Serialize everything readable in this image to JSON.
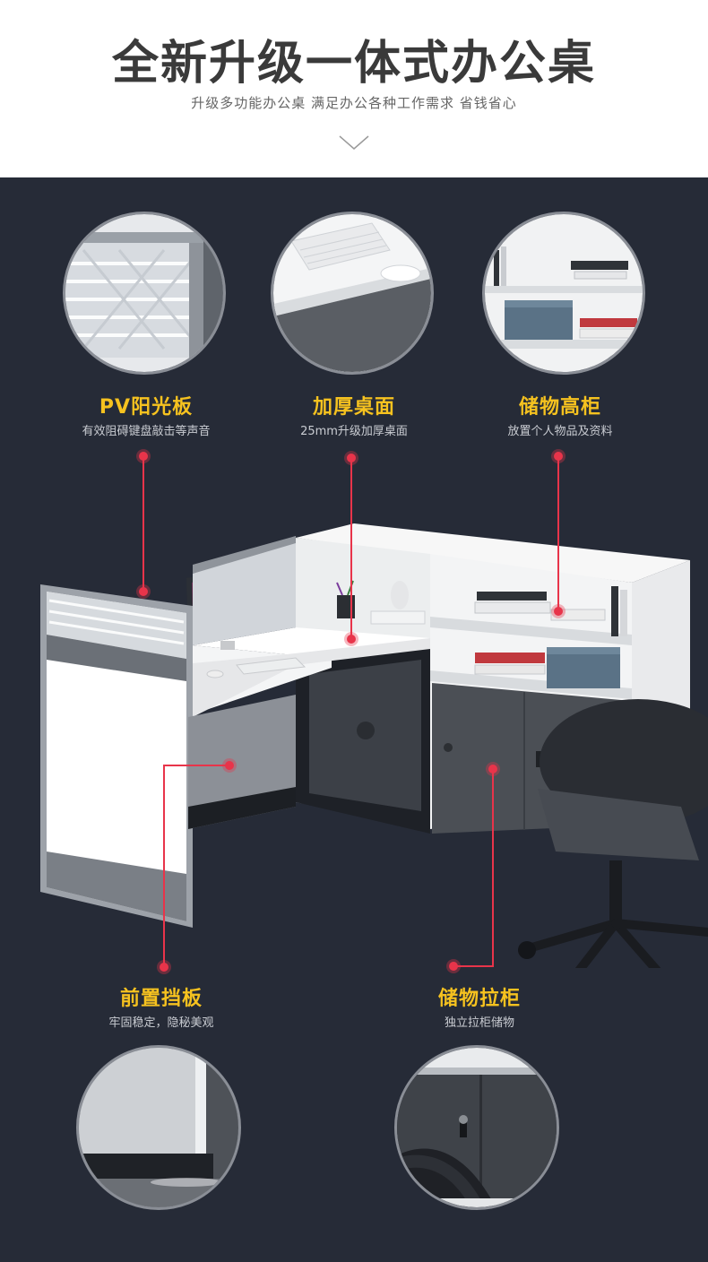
{
  "header": {
    "title": "全新升级一体式办公桌",
    "subtitle": "升级多功能办公桌  满足办公各种工作需求  省钱省心"
  },
  "features": {
    "pv_panel": {
      "label": "PV阳光板",
      "desc": "有效阻碍键盘敲击等声音"
    },
    "desktop": {
      "label": "加厚桌面",
      "desc": "25mm升级加厚桌面"
    },
    "tall_cabinet": {
      "label": "储物高柜",
      "desc": "放置个人物品及资料"
    },
    "front_baffle": {
      "label": "前置挡板",
      "desc": "牢固稳定，隐秘美观"
    },
    "sliding_cabinet": {
      "label": "储物拉柜",
      "desc": "独立拉柜储物"
    }
  },
  "colors": {
    "background": "#262b37",
    "accent_label": "#f6c21f",
    "marker": "#e8344a"
  }
}
